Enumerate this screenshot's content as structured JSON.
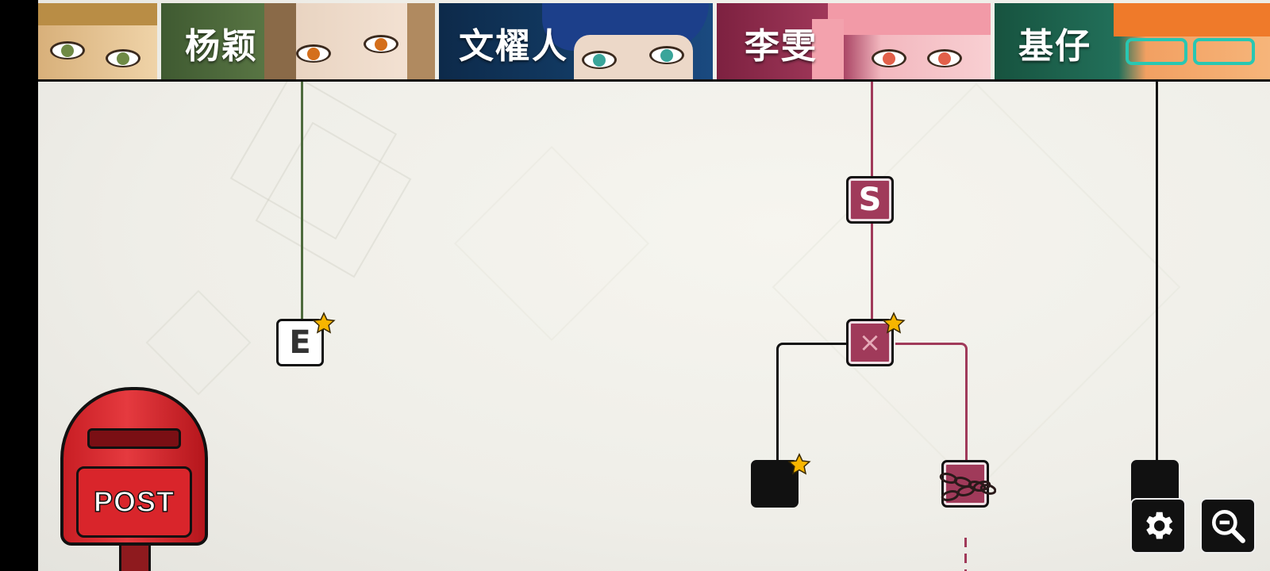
{
  "characters": [
    {
      "name": "",
      "color": "#c9a36a"
    },
    {
      "name": "杨颖",
      "color": "#4e6b3d"
    },
    {
      "name": "文櫂人",
      "color": "#0f2f52"
    },
    {
      "name": "李雯",
      "color": "#8e2c4a"
    },
    {
      "name": "基仔",
      "color": "#1f6b50"
    }
  ],
  "nodes": [
    {
      "letter": "E",
      "starred": true
    },
    {
      "letter": "S",
      "starred": false
    },
    {
      "letter": "×",
      "starred": true
    },
    {
      "letter": "",
      "starred": true
    },
    {
      "letter": "",
      "starred": false,
      "locked": true
    },
    {
      "letter": "",
      "starred": false
    }
  ],
  "mailbox": {
    "label": "POST"
  },
  "controls": {
    "settings_icon": "gear-icon",
    "zoom_icon": "zoom-out-icon"
  },
  "colors": {
    "green_route": "#4e6b3d",
    "red_route": "#a03a5a",
    "black_route": "#111111",
    "star": "#f7b500"
  }
}
